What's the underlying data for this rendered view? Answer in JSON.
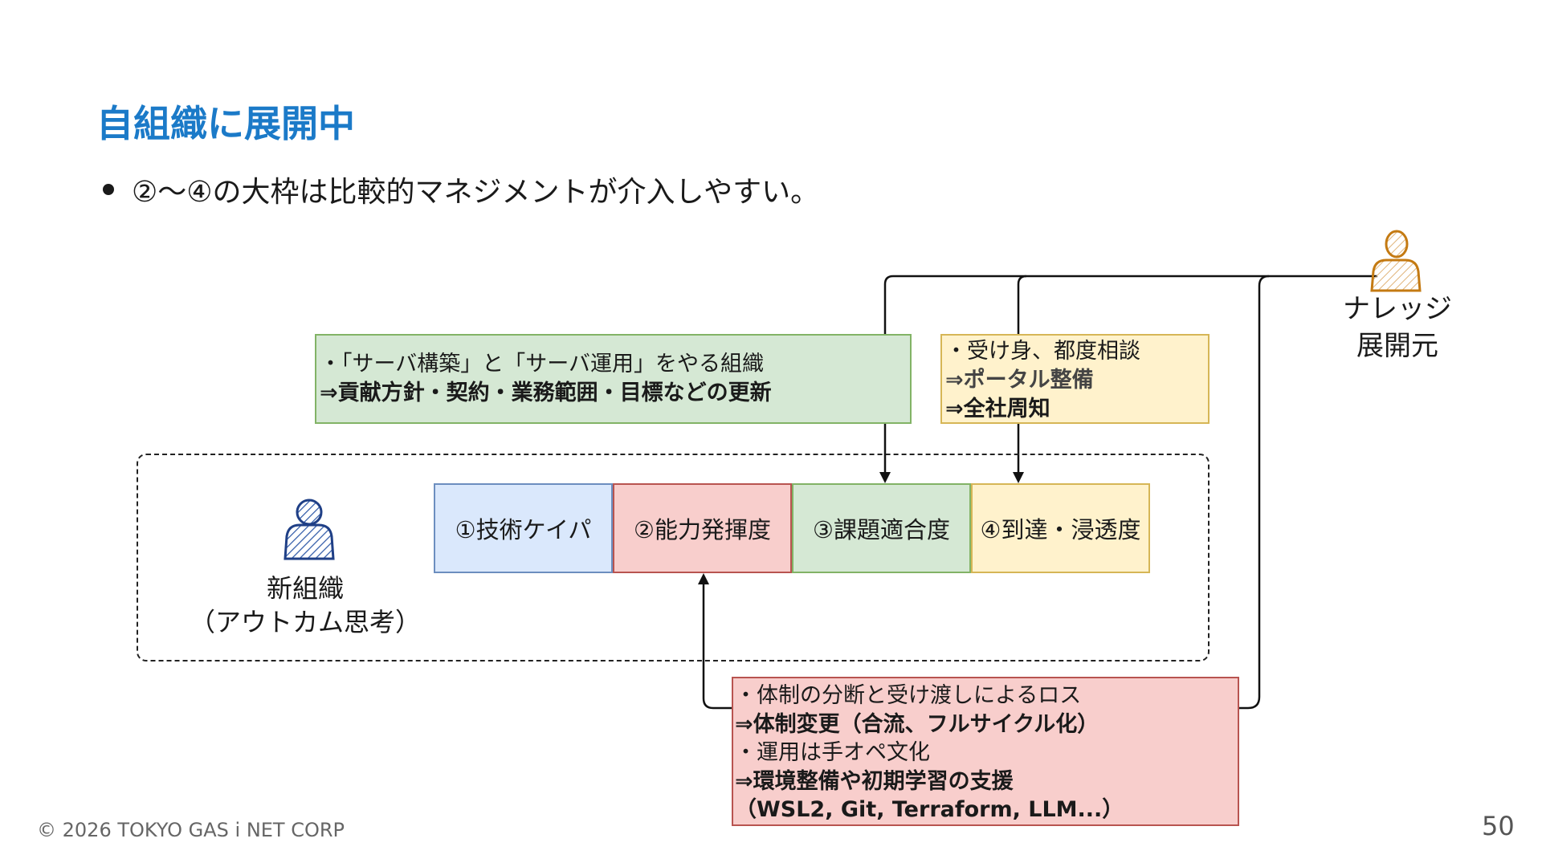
{
  "slide": {
    "title": "自組織に展開中",
    "bullet": "②〜④の大枠は比較的マネジメントが介入しやすい。"
  },
  "diagram": {
    "steps": [
      {
        "label": "①技術ケイパ",
        "color": "#dae8fc"
      },
      {
        "label": "②能力発揮度",
        "color": "#f8cecc"
      },
      {
        "label": "③課題適合度",
        "color": "#d5e8d4"
      },
      {
        "label": "④到達・浸透度",
        "color": "#fff2cc"
      }
    ],
    "org_label": {
      "line1": "新組織",
      "line2": "（アウトカム思考）"
    },
    "knowledge_label": {
      "line1": "ナレッジ",
      "line2": "展開元"
    },
    "notes": {
      "green": {
        "line1": "・「サーバ構築」と「サーバ運用」をやる組織",
        "line2": "⇒貢献方針・契約・業務範囲・目標などの更新"
      },
      "yellow": {
        "line1": "・受け身、都度相談",
        "line2": "⇒ポータル整備",
        "line3": "⇒全社周知"
      },
      "red": {
        "line1": "・体制の分断と受け渡しによるロス",
        "line2": "⇒体制変更（合流、フルサイクル化）",
        "line3": "・運用は手オペ文化",
        "line4": "⇒環境整備や初期学習の支援",
        "line5": "（WSL2, Git, Terraform, LLM...）"
      }
    },
    "icons": {
      "org": "person-icon",
      "knowledge": "person-icon"
    }
  },
  "footer": {
    "copyright": "© 2026 TOKYO GAS i NET CORP",
    "page": "50"
  }
}
